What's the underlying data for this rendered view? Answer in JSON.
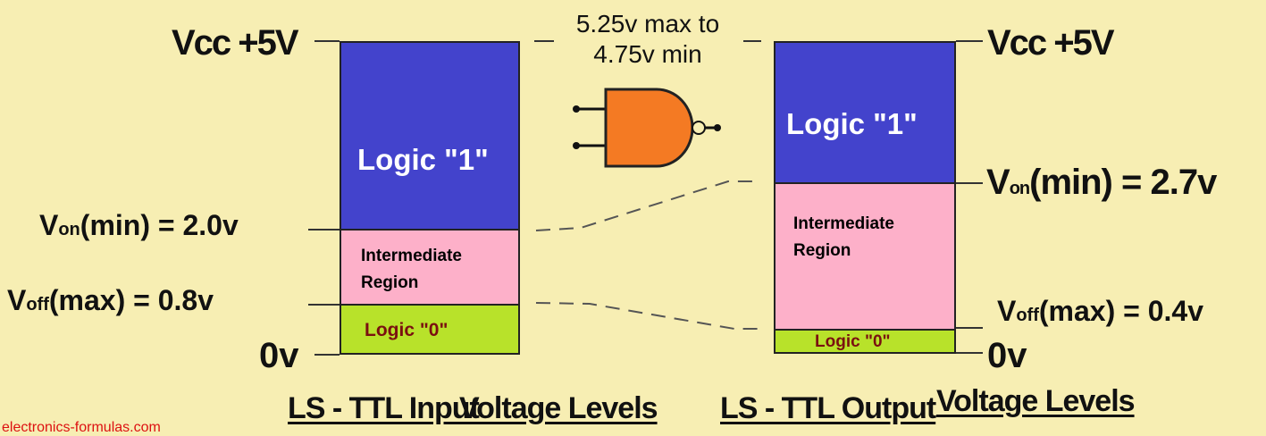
{
  "left": {
    "vcc_label": "Vcc +5V",
    "von": {
      "prefix": "V",
      "sub": "on",
      "rest": "(min) = 2.0v"
    },
    "voff": {
      "prefix": "V",
      "sub": "off",
      "rest": "(max) = 0.8v"
    },
    "zero_label": "0v",
    "logic1": "Logic \"1\"",
    "intermediate_line1": "Intermediate",
    "intermediate_line2": "Region",
    "logic0": "Logic \"0\"",
    "title_part1": "LS - TTL Input",
    "title_part2": "Voltage Levels"
  },
  "right": {
    "vcc_label": "Vcc +5V",
    "von": {
      "prefix": "V",
      "sub": "on",
      "rest": "(min) = 2.7v"
    },
    "voff": {
      "prefix": "V",
      "sub": "off",
      "rest": "(max) = 0.4v"
    },
    "zero_label": "0v",
    "logic1": "Logic \"1\"",
    "intermediate_line1": "Intermediate",
    "intermediate_line2": "Region",
    "logic0": "Logic \"0\"",
    "title_part1": "LS - TTL Output",
    "title_part2": "Voltage Levels"
  },
  "center": {
    "supply_line1": "5.25v max to",
    "supply_line2": "4.75v min"
  },
  "credit": "electronics-formulas.com",
  "colors": {
    "background": "#f7eeb3",
    "logic1": "#4343cc",
    "intermediate": "#fdb0c9",
    "logic0": "#b8e22a",
    "gate": "#f47a23",
    "credit": "#dd1111"
  },
  "icons": [
    "nand-gate-icon"
  ]
}
